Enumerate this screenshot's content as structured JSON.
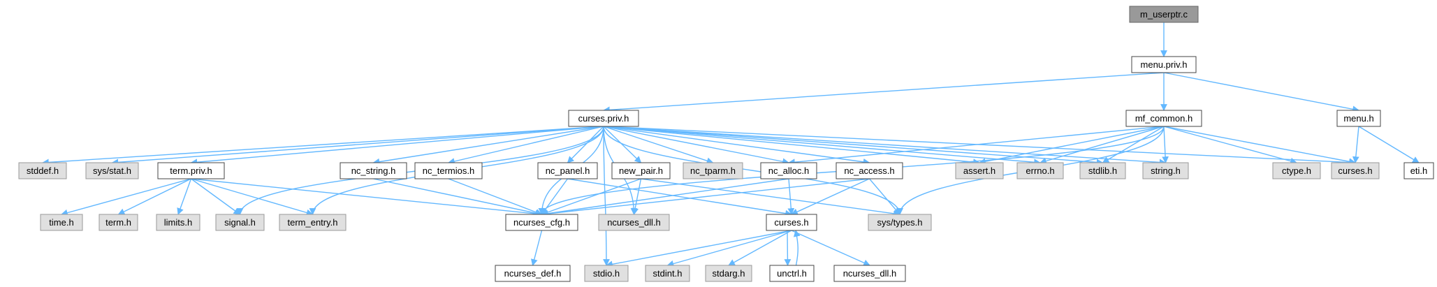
{
  "diagram": {
    "edge_color": "#63b8ff",
    "nodes": [
      {
        "id": "m_userptr",
        "label": "m_userptr.c",
        "style": "root"
      },
      {
        "id": "menu_priv",
        "label": "menu.priv.h",
        "style": "white"
      },
      {
        "id": "curses_priv",
        "label": "curses.priv.h",
        "style": "white"
      },
      {
        "id": "mf_common",
        "label": "mf_common.h",
        "style": "white"
      },
      {
        "id": "menu_h",
        "label": "menu.h",
        "style": "white"
      },
      {
        "id": "stddef",
        "label": "stddef.h",
        "style": "gray"
      },
      {
        "id": "sys_stat",
        "label": "sys/stat.h",
        "style": "gray"
      },
      {
        "id": "term_priv",
        "label": "term.priv.h",
        "style": "white"
      },
      {
        "id": "nc_string",
        "label": "nc_string.h",
        "style": "white"
      },
      {
        "id": "nc_termios",
        "label": "nc_termios.h",
        "style": "white"
      },
      {
        "id": "nc_panel",
        "label": "nc_panel.h",
        "style": "white"
      },
      {
        "id": "new_pair",
        "label": "new_pair.h",
        "style": "white"
      },
      {
        "id": "nc_tparm",
        "label": "nc_tparm.h",
        "style": "gray"
      },
      {
        "id": "nc_alloc",
        "label": "nc_alloc.h",
        "style": "white"
      },
      {
        "id": "nc_access",
        "label": "nc_access.h",
        "style": "white"
      },
      {
        "id": "assert",
        "label": "assert.h",
        "style": "gray"
      },
      {
        "id": "errno",
        "label": "errno.h",
        "style": "gray"
      },
      {
        "id": "stdlib",
        "label": "stdlib.h",
        "style": "gray"
      },
      {
        "id": "string",
        "label": "string.h",
        "style": "gray"
      },
      {
        "id": "ctype",
        "label": "ctype.h",
        "style": "gray"
      },
      {
        "id": "curses_h_g",
        "label": "curses.h",
        "style": "gray"
      },
      {
        "id": "eti",
        "label": "eti.h",
        "style": "white"
      },
      {
        "id": "time",
        "label": "time.h",
        "style": "gray"
      },
      {
        "id": "term",
        "label": "term.h",
        "style": "gray"
      },
      {
        "id": "limits",
        "label": "limits.h",
        "style": "gray"
      },
      {
        "id": "signal",
        "label": "signal.h",
        "style": "gray"
      },
      {
        "id": "term_entry",
        "label": "term_entry.h",
        "style": "gray"
      },
      {
        "id": "ncurses_cfg",
        "label": "ncurses_cfg.h",
        "style": "white"
      },
      {
        "id": "ncurses_dll_g",
        "label": "ncurses_dll.h",
        "style": "gray"
      },
      {
        "id": "curses_h",
        "label": "curses.h",
        "style": "white"
      },
      {
        "id": "sys_types",
        "label": "sys/types.h",
        "style": "gray"
      },
      {
        "id": "ncurses_def",
        "label": "ncurses_def.h",
        "style": "white"
      },
      {
        "id": "stdio",
        "label": "stdio.h",
        "style": "gray"
      },
      {
        "id": "stdint",
        "label": "stdint.h",
        "style": "gray"
      },
      {
        "id": "stdarg",
        "label": "stdarg.h",
        "style": "gray"
      },
      {
        "id": "unctrl",
        "label": "unctrl.h",
        "style": "white"
      },
      {
        "id": "ncurses_dll",
        "label": "ncurses_dll.h",
        "style": "white"
      }
    ],
    "edges": [
      [
        "m_userptr",
        "menu_priv"
      ],
      [
        "menu_priv",
        "curses_priv"
      ],
      [
        "menu_priv",
        "mf_common"
      ],
      [
        "menu_priv",
        "menu_h"
      ],
      [
        "curses_priv",
        "stddef"
      ],
      [
        "curses_priv",
        "sys_stat"
      ],
      [
        "curses_priv",
        "term_priv"
      ],
      [
        "curses_priv",
        "nc_string"
      ],
      [
        "curses_priv",
        "nc_termios"
      ],
      [
        "curses_priv",
        "nc_panel"
      ],
      [
        "curses_priv",
        "new_pair"
      ],
      [
        "curses_priv",
        "nc_tparm"
      ],
      [
        "curses_priv",
        "nc_alloc"
      ],
      [
        "curses_priv",
        "nc_access"
      ],
      [
        "curses_priv",
        "assert"
      ],
      [
        "curses_priv",
        "errno"
      ],
      [
        "curses_priv",
        "stdlib"
      ],
      [
        "curses_priv",
        "string"
      ],
      [
        "curses_priv",
        "curses_h_g"
      ],
      [
        "curses_priv",
        "signal"
      ],
      [
        "curses_priv",
        "term_entry"
      ],
      [
        "curses_priv",
        "ncurses_cfg"
      ],
      [
        "curses_priv",
        "ncurses_dll_g"
      ],
      [
        "curses_priv",
        "sys_types"
      ],
      [
        "curses_priv",
        "stdio"
      ],
      [
        "mf_common",
        "nc_alloc"
      ],
      [
        "mf_common",
        "assert"
      ],
      [
        "mf_common",
        "errno"
      ],
      [
        "mf_common",
        "stdlib"
      ],
      [
        "mf_common",
        "string"
      ],
      [
        "mf_common",
        "ctype"
      ],
      [
        "mf_common",
        "curses_h_g"
      ],
      [
        "mf_common",
        "ncurses_cfg"
      ],
      [
        "mf_common",
        "sys_types"
      ],
      [
        "menu_h",
        "curses_h_g"
      ],
      [
        "menu_h",
        "eti"
      ],
      [
        "term_priv",
        "time"
      ],
      [
        "term_priv",
        "term"
      ],
      [
        "term_priv",
        "limits"
      ],
      [
        "term_priv",
        "signal"
      ],
      [
        "term_priv",
        "term_entry"
      ],
      [
        "term_priv",
        "ncurses_cfg"
      ],
      [
        "nc_string",
        "ncurses_cfg"
      ],
      [
        "nc_termios",
        "ncurses_cfg"
      ],
      [
        "nc_panel",
        "ncurses_cfg"
      ],
      [
        "nc_panel",
        "curses_h"
      ],
      [
        "new_pair",
        "ncurses_cfg"
      ],
      [
        "new_pair",
        "ncurses_dll_g"
      ],
      [
        "new_pair",
        "sys_types"
      ],
      [
        "nc_alloc",
        "ncurses_cfg"
      ],
      [
        "nc_alloc",
        "curses_h"
      ],
      [
        "nc_access",
        "ncurses_cfg"
      ],
      [
        "nc_access",
        "curses_h"
      ],
      [
        "nc_access",
        "sys_types"
      ],
      [
        "ncurses_cfg",
        "ncurses_def"
      ],
      [
        "curses_h",
        "stdio"
      ],
      [
        "curses_h",
        "stdint"
      ],
      [
        "curses_h",
        "stdarg"
      ],
      [
        "curses_h",
        "unctrl"
      ],
      [
        "curses_h",
        "ncurses_dll"
      ],
      [
        "unctrl",
        "curses_h"
      ]
    ]
  }
}
